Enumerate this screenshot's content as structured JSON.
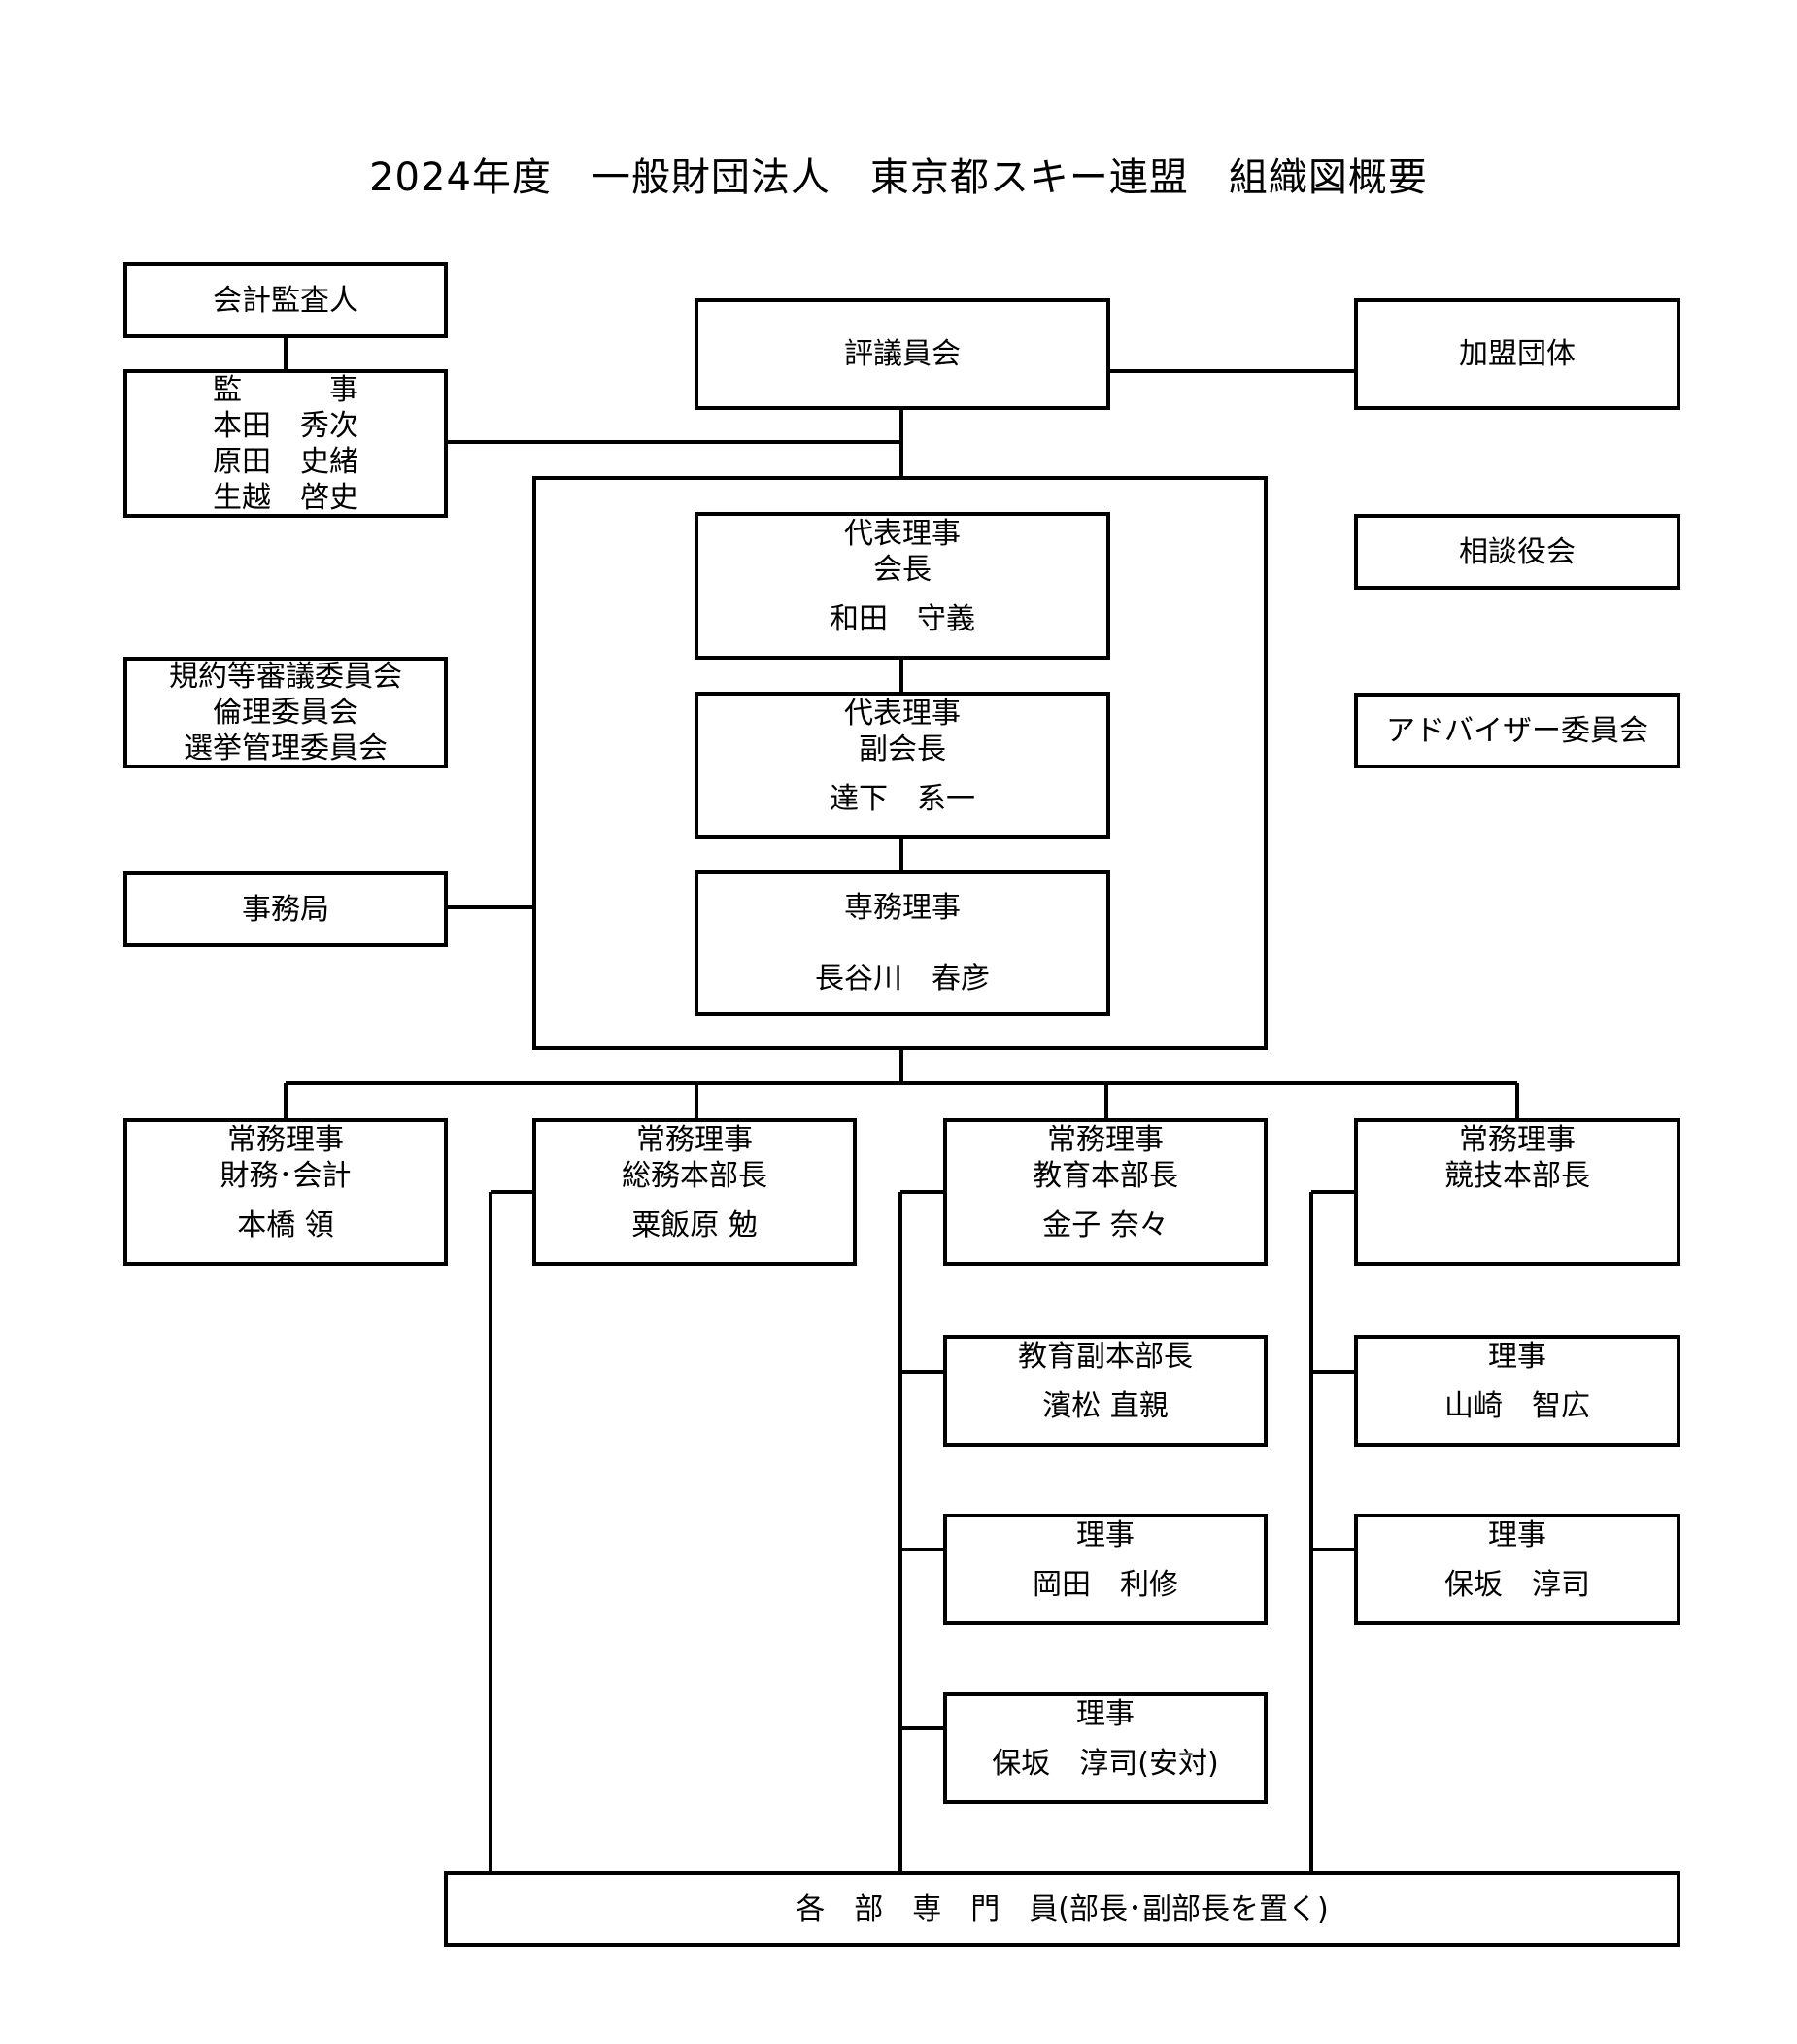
{
  "title": "2024年度　一般財団法人　東京都スキー連盟　組織図概要",
  "auditor_firm": "会計監査人",
  "council": "評議員会",
  "member_groups": "加盟団体",
  "auditors": {
    "title": "監　　　事",
    "names": [
      "本田　秀次",
      "原田　史緒",
      "生越　啓史"
    ]
  },
  "committees": [
    "規約等審議委員会",
    "倫理委員会",
    "選挙管理委員会"
  ],
  "secretariat": "事務局",
  "advisors": "相談役会",
  "adviser_committee": "アドバイザー委員会",
  "executives": {
    "president": {
      "role": "代表理事",
      "title": "会長",
      "name": "和田　守義"
    },
    "vice_president": {
      "role": "代表理事",
      "title": "副会長",
      "name": "達下　系一"
    },
    "managing": {
      "title": "専務理事",
      "name": "長谷川　春彦"
    }
  },
  "directors": {
    "finance": {
      "role": "常務理事",
      "title": "財務･会計",
      "name": "本橋 領"
    },
    "general": {
      "role": "常務理事",
      "title": "総務本部長",
      "name": "粟飯原 勉"
    },
    "education": {
      "role": "常務理事",
      "title": "教育本部長",
      "name": "金子 奈々"
    },
    "competition": {
      "role": "常務理事",
      "title": "競技本部長"
    }
  },
  "education_sub": [
    {
      "title": "教育副本部長",
      "name": "濱松 直親"
    },
    {
      "title": "理事",
      "name": "岡田　利修"
    },
    {
      "title": "理事",
      "name": "保坂　淳司(安対)"
    }
  ],
  "competition_sub": [
    {
      "title": "理事",
      "name": "山崎　智広"
    },
    {
      "title": "理事",
      "name": "保坂　淳司"
    }
  ],
  "specialists": "各　部　専　門　員(部長･副部長を置く)"
}
